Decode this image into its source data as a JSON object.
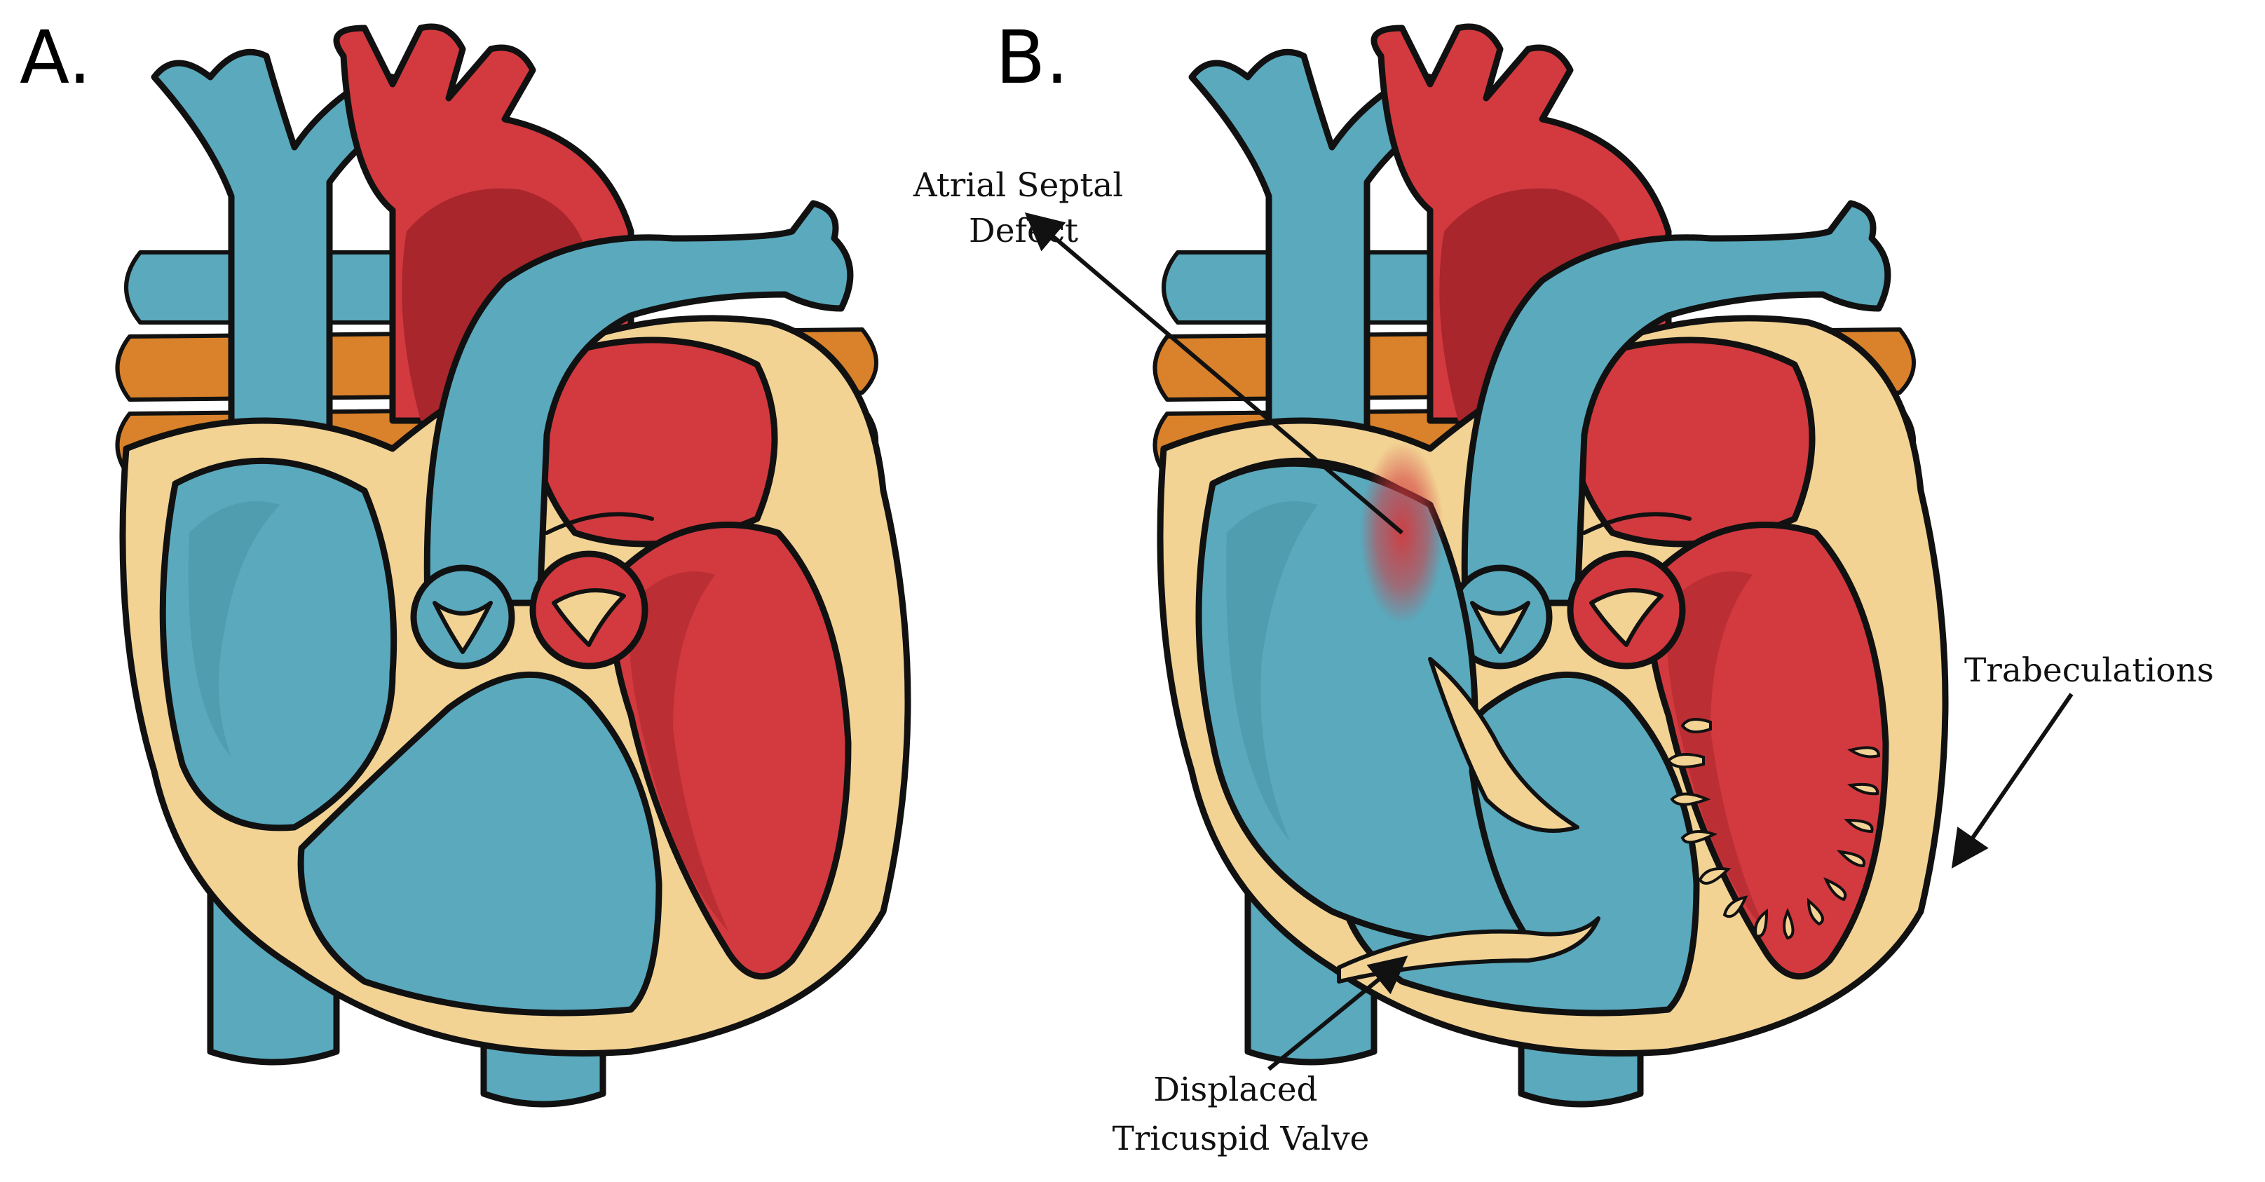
{
  "panels": {
    "a": {
      "label": "A."
    },
    "b": {
      "label": "B."
    }
  },
  "annotations": {
    "atrial_septal_defect": {
      "line1": "Atrial Septal",
      "line2": "Defect"
    },
    "trabeculations": {
      "line1": "Trabeculations"
    },
    "displaced_tricuspid_valve": {
      "line1": "Displaced",
      "line2": "Tricuspid Valve"
    }
  },
  "colors": {
    "venous_blue": "#5aa9bd",
    "venous_blue_dark": "#3f8699",
    "arterial_red": "#d23a3f",
    "arterial_red_dark": "#a8262c",
    "myocardium_tan": "#f2d394",
    "pulmonary_vein_orange": "#d9822b",
    "outline": "#111111"
  }
}
